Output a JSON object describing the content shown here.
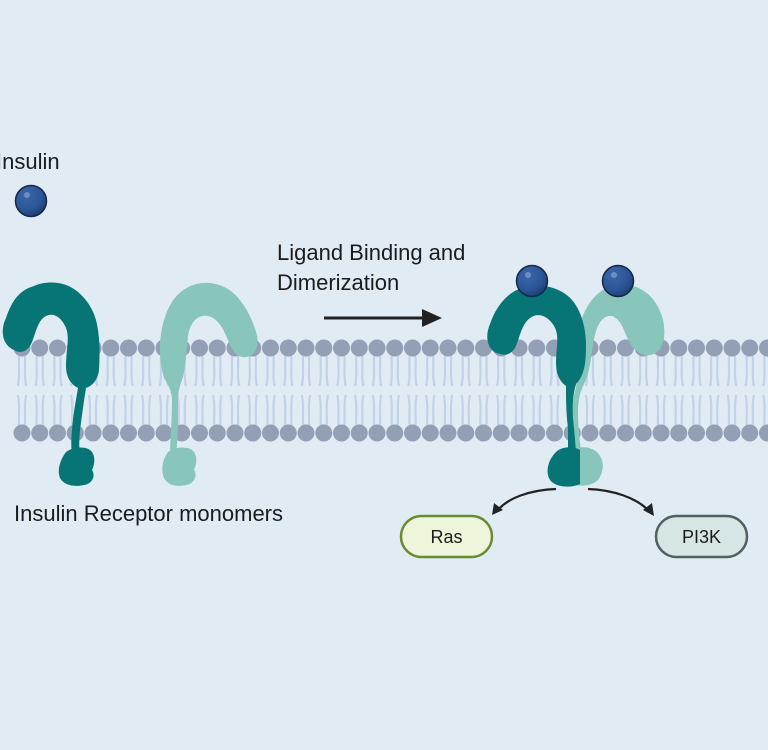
{
  "labels": {
    "insulin": "Insulin",
    "step_title_line1": "Ligand Binding and",
    "step_title_line2": "Dimerization",
    "monomers": "Insulin Receptor monomers"
  },
  "pathways": [
    {
      "name": "Ras",
      "fill": "#edf6da",
      "stroke": "#6a8a34"
    },
    {
      "name": "PI3K",
      "fill": "#d6e6e4",
      "stroke": "#53605f"
    }
  ],
  "colors": {
    "background": "#e0ebf4",
    "receptor_dark": "#077575",
    "receptor_light": "#88c6bb",
    "insulin": "#2c5596",
    "insulin_outline": "#17274a",
    "lipid_head": "#929fb4",
    "lipid_tail": "#c3d2e6",
    "arrow": "#222222"
  }
}
